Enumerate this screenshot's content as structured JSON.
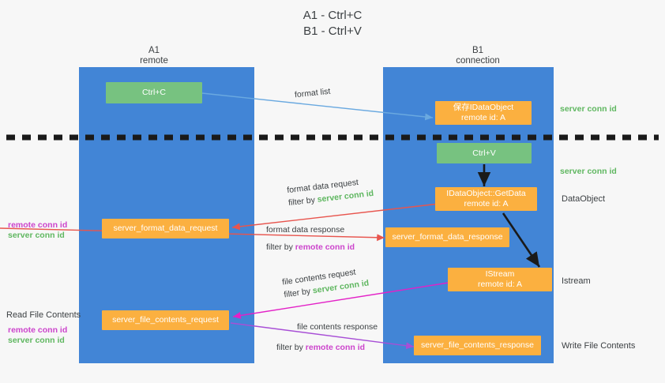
{
  "title": {
    "line1": "A1 - Ctrl+C",
    "line2": "B1 - Ctrl+V"
  },
  "columns": [
    {
      "name": "A1",
      "sub": "remote"
    },
    {
      "name": "B1",
      "sub": "connection"
    }
  ],
  "boxes": {
    "ctrl_c": "Ctrl+C",
    "ctrl_v": "Ctrl+V",
    "save_dataobject_line1": "保存IDataObject",
    "save_dataobject_line2": "remote id: A",
    "getdata_line1": "IDataObject::GetData",
    "getdata_line2": "remote id: A",
    "istream_line1": "IStream",
    "istream_line2": "remote id: A",
    "server_format_data_request": "server_format_data_request",
    "server_format_data_response": "server_format_data_response",
    "server_file_contents_request": "server_file_contents_request",
    "server_file_contents_response": "server_file_contents_response"
  },
  "edge_labels": {
    "format_list": "format list",
    "format_data_request": "format data request",
    "format_data_request_filter_prefix": "filter by ",
    "format_data_request_filter_value": "server conn id",
    "format_data_response": "format data response",
    "format_data_response_filter_prefix": "filter by ",
    "format_data_response_filter_value": "remote conn id",
    "file_contents_request": "file contents request",
    "file_contents_request_filter_prefix": "filter by ",
    "file_contents_request_filter_value": "server conn id",
    "file_contents_response": "file contents response",
    "file_contents_response_filter_prefix": "filter by ",
    "file_contents_response_filter_value": "remote conn id"
  },
  "right_labels": {
    "server_conn_id_top": "server conn id",
    "server_conn_id_mid": "server conn id",
    "dataobject": "DataObject",
    "istream": "Istream",
    "write_file_contents": "Write File Contents"
  },
  "left_labels": {
    "remote_conn_id_1": "remote conn id",
    "server_conn_id_1": "server conn id",
    "read_file_contents": "Read File Contents",
    "remote_conn_id_2": "remote conn id",
    "server_conn_id_2": "server conn id"
  },
  "colors": {
    "lane": "#4285d6",
    "green_box": "#77c280",
    "orange_box": "#fbb040",
    "green_text": "#5fb760",
    "purple_text": "#cc44cc",
    "red_arrow": "#e8554e",
    "blue_arrow": "#6aa9e0",
    "magenta_arrow": "#e321c7",
    "purple_arrow": "#a84fd6",
    "black": "#1a1a1a",
    "background": "#f7f7f7"
  }
}
